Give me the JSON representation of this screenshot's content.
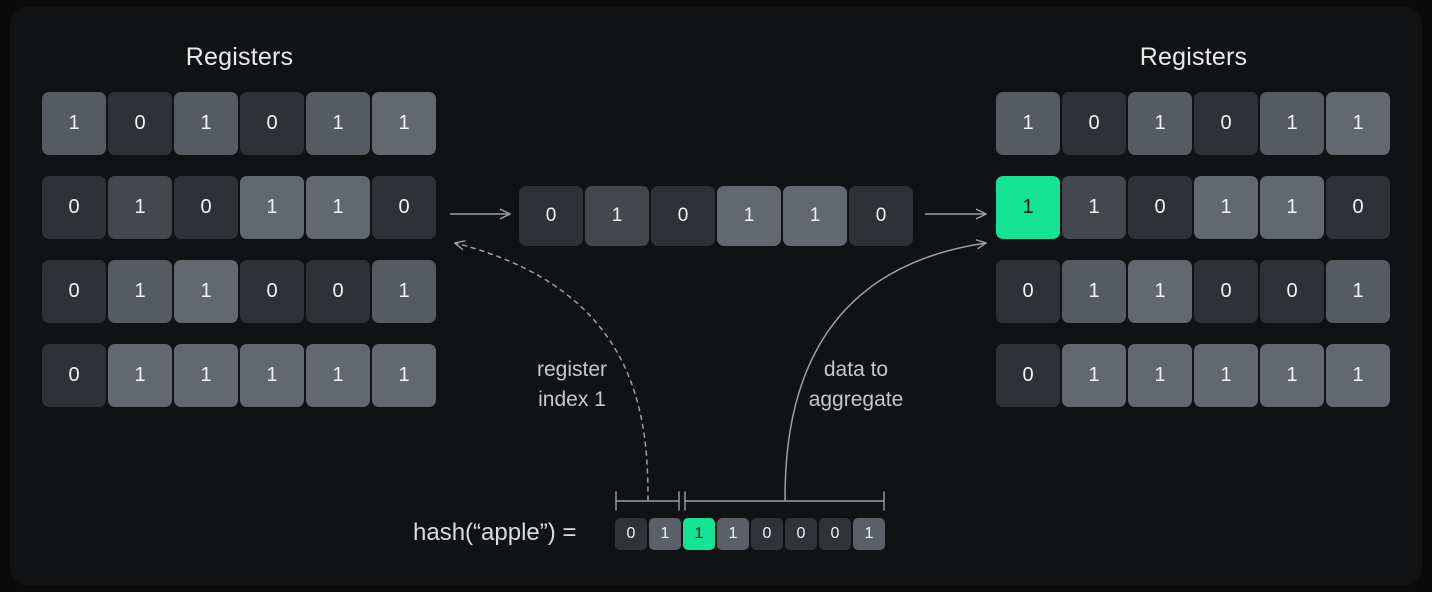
{
  "panel": {
    "background": "#111213",
    "page_background": "#0a0a0a"
  },
  "colors": {
    "highlight_green": "#12e394",
    "cell_zero": "#2e3135",
    "cell_one": "#5b6067",
    "text": "#f2f4f5",
    "annotation_text": "#c4c8cb",
    "arrow": "#9aa0a6"
  },
  "left_registers": {
    "title": "Registers",
    "rows": [
      {
        "values": [
          "1",
          "0",
          "1",
          "0",
          "1",
          "1"
        ],
        "shades": [
          "v1-b",
          "v0",
          "v1-b",
          "v0",
          "v1-b",
          "v1-c"
        ]
      },
      {
        "values": [
          "0",
          "1",
          "0",
          "1",
          "1",
          "0"
        ],
        "shades": [
          "v0",
          "v1-a",
          "v0",
          "v1-c",
          "v1-c",
          "v0"
        ]
      },
      {
        "values": [
          "0",
          "1",
          "1",
          "0",
          "0",
          "1"
        ],
        "shades": [
          "v0",
          "v1-b",
          "v1-c",
          "v0",
          "v0",
          "v1-b"
        ]
      },
      {
        "values": [
          "0",
          "1",
          "1",
          "1",
          "1",
          "1"
        ],
        "shades": [
          "v0",
          "v1-c",
          "v1-c",
          "v1-c",
          "v1-c",
          "v1-c"
        ]
      }
    ]
  },
  "right_registers": {
    "title": "Registers",
    "rows": [
      {
        "values": [
          "1",
          "0",
          "1",
          "0",
          "1",
          "1"
        ],
        "shades": [
          "v1-b",
          "v0",
          "v1-b",
          "v0",
          "v1-b",
          "v1-c"
        ]
      },
      {
        "values": [
          "1",
          "1",
          "0",
          "1",
          "1",
          "0"
        ],
        "shades": [
          "hl",
          "v1-a",
          "v0",
          "v1-c",
          "v1-c",
          "v0"
        ]
      },
      {
        "values": [
          "0",
          "1",
          "1",
          "0",
          "0",
          "1"
        ],
        "shades": [
          "v0",
          "v1-b",
          "v1-c",
          "v0",
          "v0",
          "v1-b"
        ]
      },
      {
        "values": [
          "0",
          "1",
          "1",
          "1",
          "1",
          "1"
        ],
        "shades": [
          "v0",
          "v1-c",
          "v1-c",
          "v1-c",
          "v1-c",
          "v1-c"
        ]
      }
    ]
  },
  "middle_row": {
    "values": [
      "0",
      "1",
      "0",
      "1",
      "1",
      "0"
    ],
    "shades": [
      "v0",
      "v1-a",
      "v0",
      "v1-c",
      "v1-c",
      "v0"
    ]
  },
  "hash": {
    "label": "hash(“apple”) =",
    "bits": [
      "0",
      "1",
      "1",
      "1",
      "0",
      "0",
      "0",
      "1"
    ],
    "bit_styles": [
      "v0",
      "v1",
      "hl",
      "v1",
      "v0",
      "v0",
      "v0",
      "v1"
    ],
    "index_bit_count": 2,
    "data_bit_count": 6
  },
  "annotations": {
    "register_index": "register\nindex 1",
    "data_to_aggregate": "data to\naggregate"
  }
}
